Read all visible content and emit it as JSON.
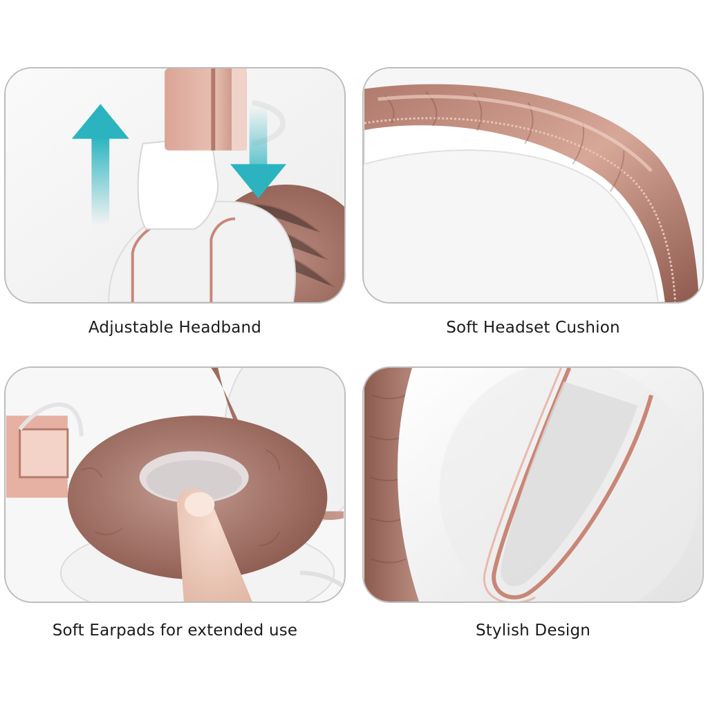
{
  "panels": [
    {
      "caption": "Adjustable Headband",
      "image": "headphone-adjustable-slider-photo"
    },
    {
      "caption": "Soft Headset Cushion",
      "image": "headband-cushion-closeup-photo"
    },
    {
      "caption": "Soft Earpads for extended use",
      "image": "earpad-pressed-by-finger-photo"
    },
    {
      "caption": "Stylish Design",
      "image": "earcup-rose-gold-trim-photo"
    }
  ],
  "colors": {
    "rose_gold": "#c99182",
    "rose_gold_dark": "#9c6456",
    "arrow_teal": "#2bb4c0",
    "white_plastic": "#eeeeee",
    "panel_border": "#bdbdbd"
  },
  "icons": [
    "arrow-up-icon",
    "arrow-down-icon"
  ]
}
